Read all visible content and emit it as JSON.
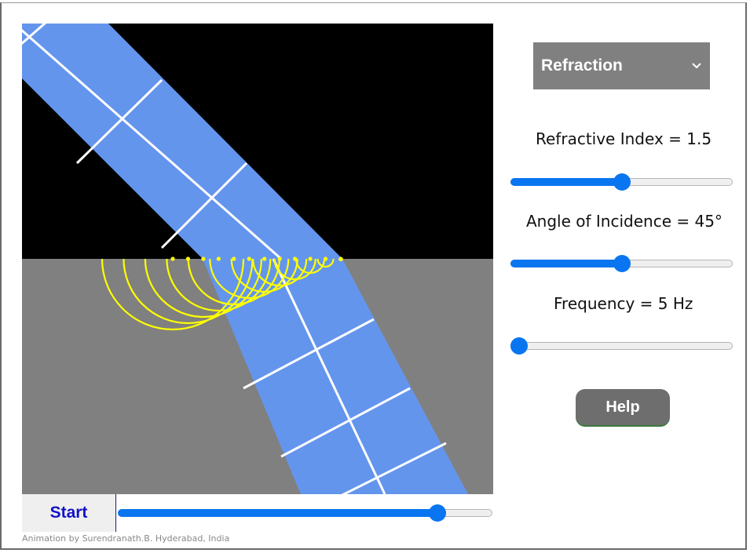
{
  "mode_select": {
    "selected": "Refraction",
    "icon": "chevron-down-icon"
  },
  "controls": {
    "refractive_index": {
      "label": "Refractive Index = 1.5",
      "value": 1.5,
      "fraction": 0.5
    },
    "angle_of_incidence": {
      "label": "Angle of Incidence = 45°",
      "value": 45,
      "fraction": 0.5
    },
    "frequency": {
      "label": "Frequency = 5 Hz",
      "value": 5,
      "fraction": 0.0
    }
  },
  "help_label": "Help",
  "start_label": "Start",
  "timeline": {
    "fraction": 0.87
  },
  "credit": "Animation by Surendranath.B. Hyderabad, India",
  "colors": {
    "medium_top": "#000000",
    "medium_bottom": "#808080",
    "beam": "#6495ED",
    "wavefront": "#ffffff",
    "wavelets": "#ffff00",
    "accent": "#0a75f0",
    "button_gray": "#6e6e6e",
    "start_text": "#1212c8"
  }
}
